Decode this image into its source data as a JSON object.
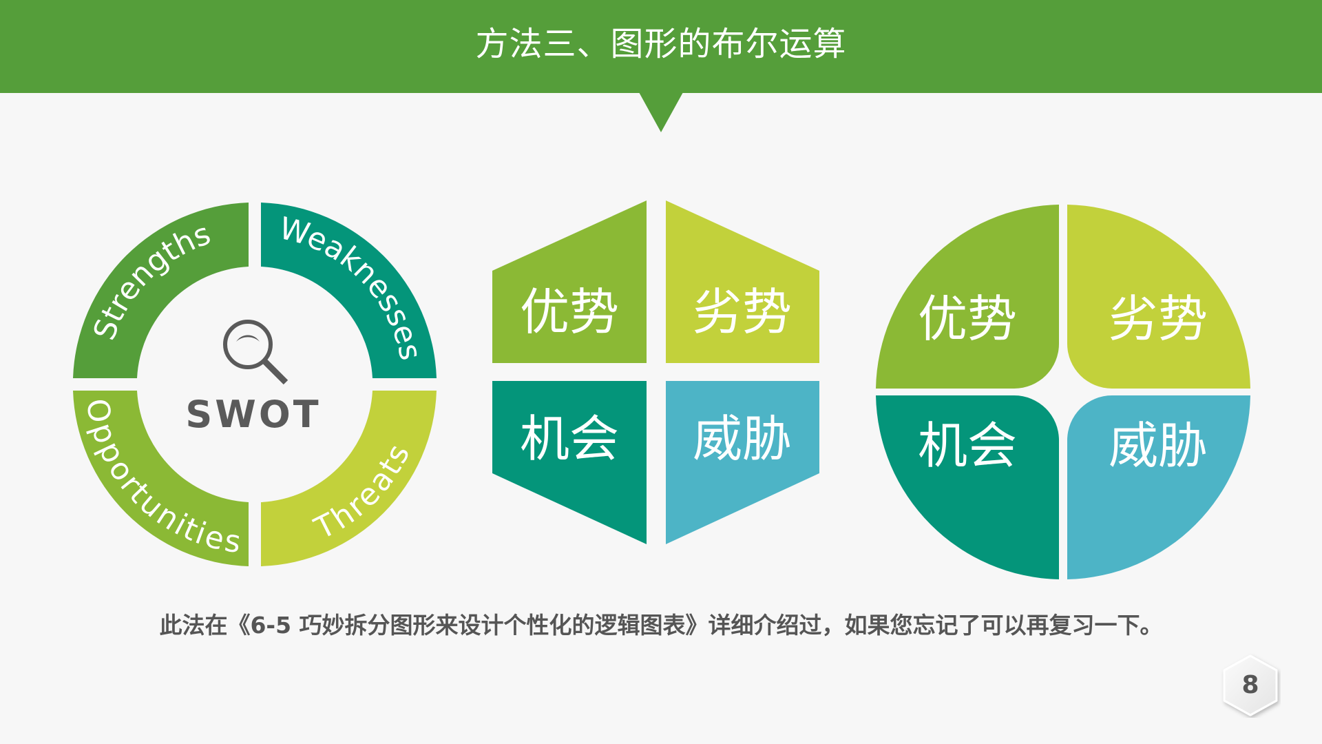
{
  "header": {
    "title": "方法三、图形的布尔运算",
    "color": "#559e3a"
  },
  "swot_ring": {
    "center_label": "SWOT",
    "center_icon": "magnifier-icon",
    "segments": [
      {
        "label": "Strengths",
        "color": "#559e3a"
      },
      {
        "label": "Weaknesses",
        "color": "#04957a"
      },
      {
        "label": "Opportunities",
        "color": "#8bb935"
      },
      {
        "label": "Threats",
        "color": "#c2d13b"
      }
    ]
  },
  "hexagon_grid": {
    "cells": [
      {
        "label": "优势",
        "color": "#8bb935"
      },
      {
        "label": "劣势",
        "color": "#c2d13b"
      },
      {
        "label": "机会",
        "color": "#04957a"
      },
      {
        "label": "威胁",
        "color": "#4db4c6"
      }
    ]
  },
  "circle_grid": {
    "cells": [
      {
        "label": "优势",
        "color": "#8bb935"
      },
      {
        "label": "劣势",
        "color": "#c2d13b"
      },
      {
        "label": "机会",
        "color": "#04957a"
      },
      {
        "label": "威胁",
        "color": "#4db4c6"
      }
    ]
  },
  "footer": {
    "note": "此法在《6-5 巧妙拆分图形来设计个性化的逻辑图表》详细介绍过，如果您忘记了可以再复习一下。"
  },
  "page": {
    "number": "8"
  }
}
